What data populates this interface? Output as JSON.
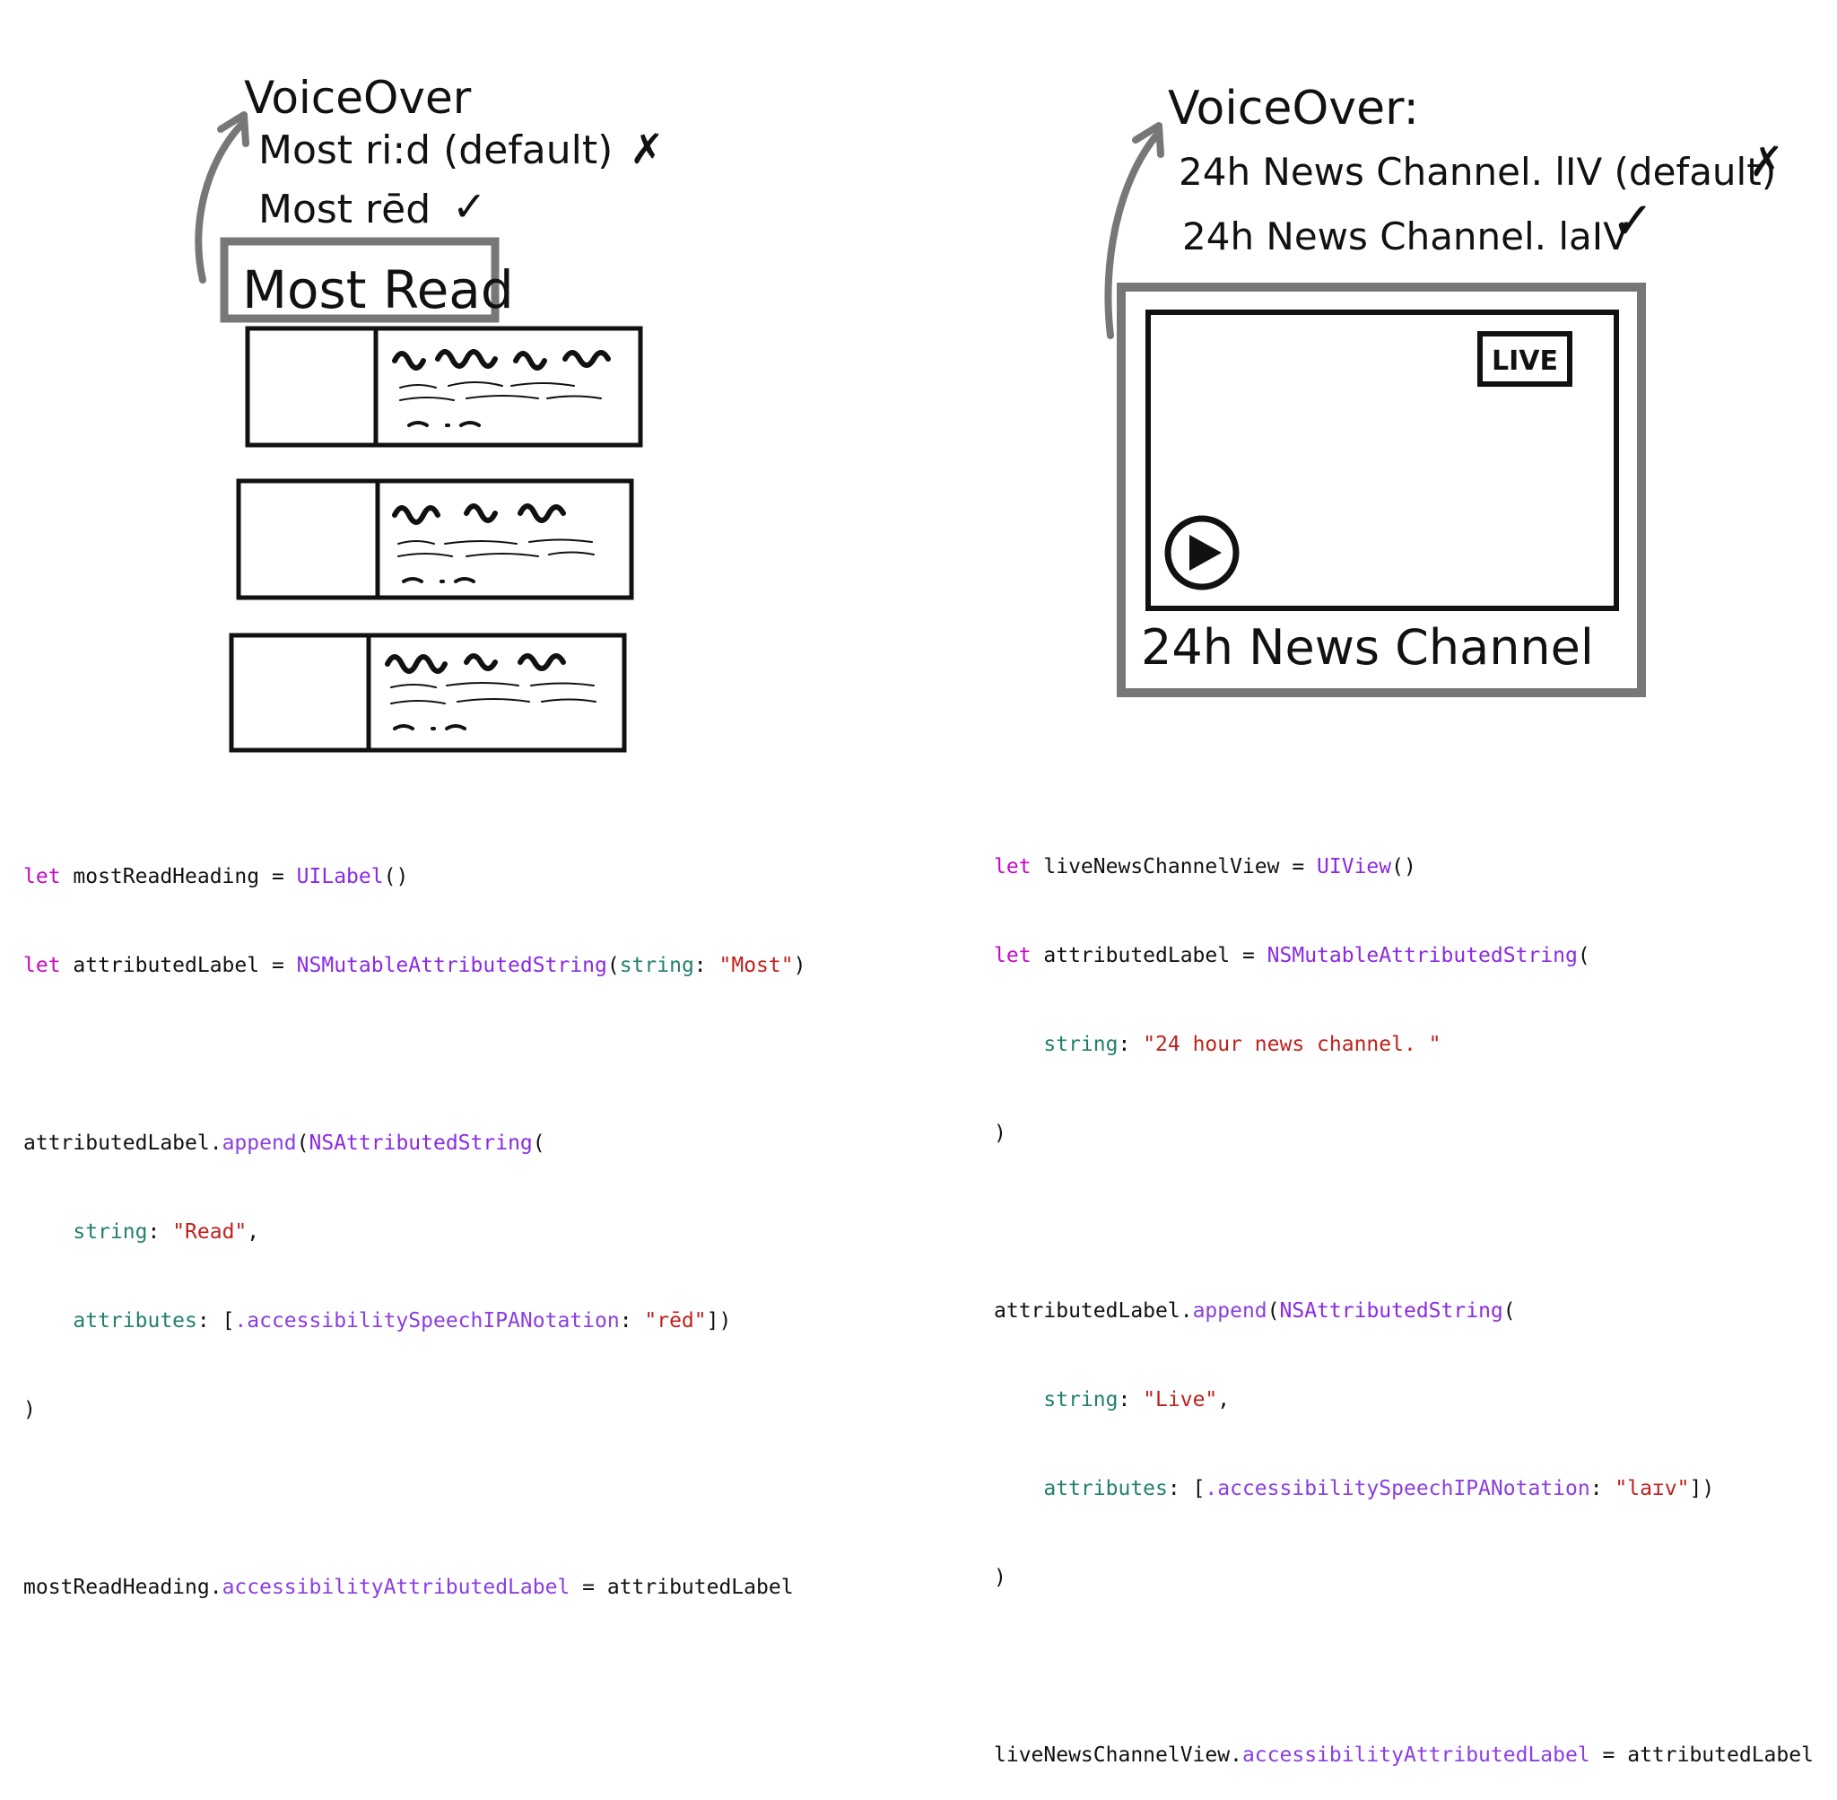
{
  "left_panel": {
    "voiceover_title": "VoiceOver",
    "option_default": "Most ri:d (default)",
    "option_default_mark": "✗",
    "option_correct": "Most rēd",
    "option_correct_mark": "✓",
    "heading": "Most Read",
    "list_rows_count": 3
  },
  "right_panel": {
    "voiceover_title": "VoiceOver:",
    "option_default": "24h News Channel. lIV (default)",
    "option_default_mark": "✗",
    "option_correct": "24h News Channel. laIV",
    "option_correct_mark": "✓",
    "live_badge": "LIVE",
    "caption": "24h News Channel"
  },
  "code_left": {
    "l1": {
      "kw": "let",
      "name": " mostReadHeading = ",
      "type": "UILabel",
      "rest": "()"
    },
    "l2": {
      "kw": "let",
      "name": " attributedLabel = ",
      "type": "NSMutableAttributedString",
      "open": "(",
      "param": "string",
      "colon": ": ",
      "str": "\"Most\"",
      "close": ")"
    },
    "l3": {
      "obj": "attributedLabel.",
      "method": "append",
      "open": "(",
      "type": "NSAttributedString",
      "open2": "("
    },
    "l4": {
      "indent": "    ",
      "param": "string",
      "colon": ": ",
      "str": "\"Read\"",
      "comma": ","
    },
    "l5": {
      "indent": "    ",
      "param": "attributes",
      "colon": ": [",
      "prop": ".accessibilitySpeechIPANotation",
      "colon2": ": ",
      "str": "\"rēd\"",
      "close": "])"
    },
    "l6": {
      "close": ")"
    },
    "l7": {
      "obj": "mostReadHeading.",
      "prop": "accessibilityAttributedLabel",
      "rest": " = attributedLabel"
    }
  },
  "code_right": {
    "l1": {
      "kw": "let",
      "name": " liveNewsChannelView = ",
      "type": "UIView",
      "rest": "()"
    },
    "l2": {
      "kw": "let",
      "name": " attributedLabel = ",
      "type": "NSMutableAttributedString",
      "open": "("
    },
    "l3": {
      "indent": "    ",
      "param": "string",
      "colon": ": ",
      "str": "\"24 hour news channel. \""
    },
    "l4": {
      "close": ")"
    },
    "l5": {
      "obj": "attributedLabel.",
      "method": "append",
      "open": "(",
      "type": "NSAttributedString",
      "open2": "("
    },
    "l6": {
      "indent": "    ",
      "param": "string",
      "colon": ": ",
      "str": "\"Live\"",
      "comma": ","
    },
    "l7": {
      "indent": "    ",
      "param": "attributes",
      "colon": ": [",
      "prop": ".accessibilitySpeechIPANotation",
      "colon2": ": ",
      "str": "\"laɪv\"",
      "close": "])"
    },
    "l8": {
      "close": ")"
    },
    "l9": {
      "obj": "liveNewsChannelView.",
      "prop": "accessibilityAttributedLabel",
      "rest": " = attributedLabel"
    }
  },
  "colors": {
    "ink": "#111111",
    "frame_gray": "#777777",
    "keyword": "#c40cc4",
    "type": "#8a2be2",
    "param": "#22806e",
    "string": "#c0201c",
    "property": "#8a3ee0"
  }
}
